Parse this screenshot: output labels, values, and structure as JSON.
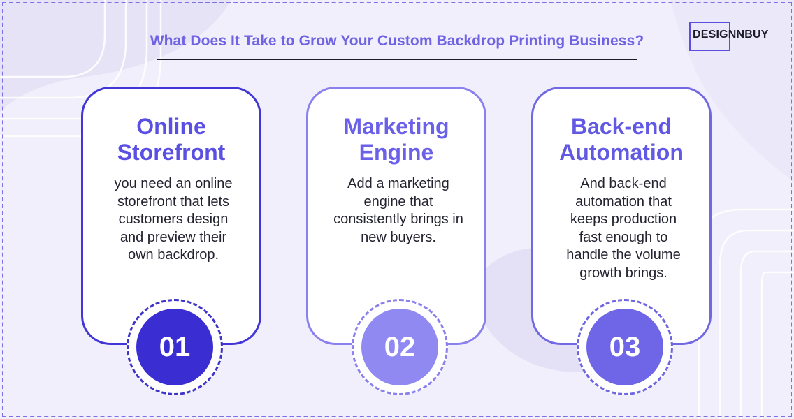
{
  "title": "What Does It Take to Grow Your Custom Backdrop Printing Business?",
  "logo": "DESIGNNBUY",
  "colors": {
    "accent_dark": "#3a2ed3",
    "accent_mid": "#6e66e6",
    "accent_light": "#9089f2",
    "background": "#f1effb"
  },
  "cards": [
    {
      "title_lines": [
        "Online",
        "Storefront"
      ],
      "desc_lines": [
        "you need an online",
        "storefront that lets",
        "customers design",
        "and preview their",
        "own backdrop."
      ],
      "number": "01"
    },
    {
      "title_lines": [
        "Marketing",
        "Engine"
      ],
      "desc_lines": [
        "Add a marketing",
        "engine that",
        "consistently brings in",
        "new buyers."
      ],
      "number": "02"
    },
    {
      "title_lines": [
        "Back-end",
        "Automation"
      ],
      "desc_lines": [
        "And back-end",
        "automation that",
        "keeps production",
        "fast enough to",
        "handle the volume",
        "growth brings."
      ],
      "number": "03"
    }
  ]
}
